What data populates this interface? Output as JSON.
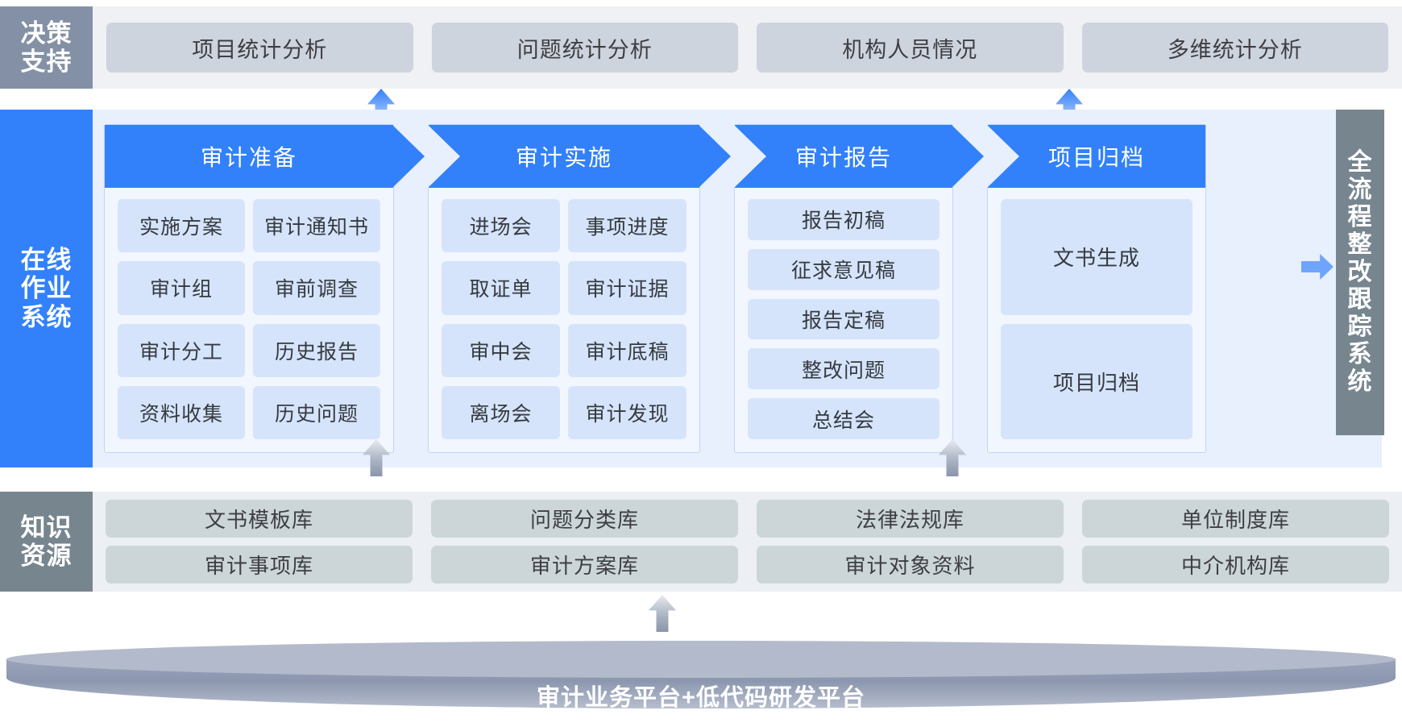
{
  "decision": {
    "band_label": "决策\n支持",
    "band_lines": [
      "决策",
      "支持"
    ],
    "cards": [
      "项目统计分析",
      "问题统计分析",
      "机构人员情况",
      "多维统计分析"
    ]
  },
  "online_system": {
    "band_lines": [
      "在线",
      "作业",
      "系统"
    ],
    "stages": [
      {
        "title": "审计准备",
        "layout": "grid2",
        "items": [
          "实施方案",
          "审计通知书",
          "审计组",
          "审前调查",
          "审计分工",
          "历史报告",
          "资料收集",
          "历史问题"
        ]
      },
      {
        "title": "审计实施",
        "layout": "grid2",
        "items": [
          "进场会",
          "事项进度",
          "取证单",
          "审计证据",
          "审中会",
          "审计底稿",
          "离场会",
          "审计发现"
        ]
      },
      {
        "title": "审计报告",
        "layout": "grid1",
        "items": [
          "报告初稿",
          "征求意见稿",
          "报告定稿",
          "整改问题",
          "总结会"
        ]
      },
      {
        "title": "项目归档",
        "layout": "grid1",
        "items": [
          "文书生成",
          "项目归档"
        ]
      }
    ]
  },
  "tracking_band": {
    "text": "全流程整改跟踪系统"
  },
  "knowledge": {
    "band_lines": [
      "知识",
      "资源"
    ],
    "row1": [
      "文书模板库",
      "问题分类库",
      "法律法规库",
      "单位制度库"
    ],
    "row2": [
      "审计事项库",
      "审计方案库",
      "审计对象资料",
      "中介机构库"
    ]
  },
  "platform": {
    "label": "审计业务平台+低代码研发平台"
  },
  "colors": {
    "primary_blue": "#3281fa",
    "light_blue_bg": "#e8effd",
    "tile_blue": "#d6e4fb",
    "gray_band": "#8490a5",
    "gray_band_right": "#77858f",
    "decision_card": "#ced4de",
    "knowledge_card": "#ccd6d9"
  }
}
